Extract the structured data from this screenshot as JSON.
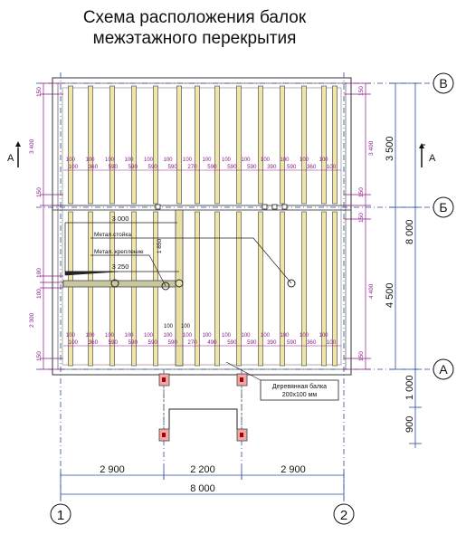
{
  "title": {
    "line1": "Схема расположения балок",
    "line2": "межэтажного перекрытия"
  },
  "axes": {
    "row_top": "В",
    "row_mid": "Б",
    "row_bottom": "А",
    "col_left": "1",
    "col_right": "2"
  },
  "section_mark": "А",
  "dims_right": {
    "upper_span": "3 500",
    "lower_span": "4 500",
    "total": "8 000",
    "porch": "1 000",
    "step": "900",
    "upper_inner": "3 400",
    "lower_inner": "4 400",
    "edge_a": "150",
    "edge_b": "150",
    "edge_c": "150",
    "edge_d": "150"
  },
  "dims_left": {
    "top_150": "150",
    "upper_3400": "3 400",
    "mid_150": "150",
    "d100a": "100",
    "d100b": "100",
    "d2300": "2 300",
    "bot_150": "150"
  },
  "dims_bottom": {
    "left": "2 900",
    "middle": "2 200",
    "right": "2 900",
    "total": "8 000"
  },
  "spacing_row": [
    "100",
    "360",
    "590",
    "590",
    "590",
    "590",
    "270",
    "590",
    "590",
    "590",
    "390",
    "590",
    "360",
    "100"
  ],
  "spacing_row_top": [
    "100",
    "100",
    "100",
    "100",
    "100",
    "100",
    "100",
    "100",
    "100",
    "100",
    "100",
    "100",
    "100",
    "100",
    "100"
  ],
  "bottom_spacing_row": [
    "100",
    "360",
    "590",
    "590",
    "590",
    "590",
    "270",
    "490",
    "590",
    "590",
    "390",
    "590",
    "360",
    "100"
  ],
  "beam_dims": {
    "d3000": "3 000",
    "d1850": "1 850",
    "d3250": "3 250",
    "d100_100a": "100",
    "d100_100b": "100"
  },
  "callouts": {
    "post": "Метал.стойка",
    "fastener": "Метал. крепление",
    "beam_line1": "Деревянная балка",
    "beam_line2": "200х100 мм"
  }
}
